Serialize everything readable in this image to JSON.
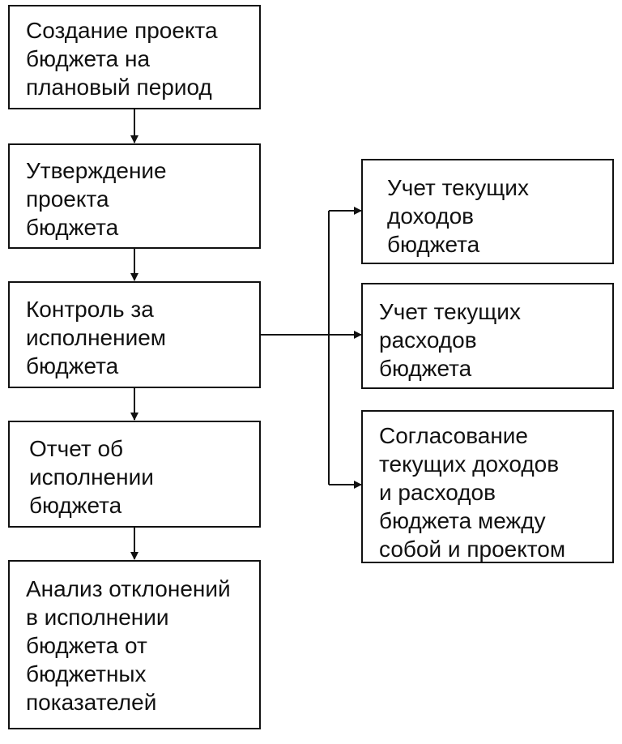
{
  "steps": [
    {
      "text": "Создание проекта\nбюджета на\nплановый период"
    },
    {
      "text": "Утверждение\nпроекта\nбюджета"
    },
    {
      "text": "Контроль за\nисполнением\nбюджета"
    },
    {
      "text": "Отчет об\nисполнении\nбюджета"
    },
    {
      "text": "Анализ отклонений\nв исполнении\nбюджета от\nбюджетных\nпоказателей"
    }
  ],
  "branches": [
    {
      "text": "Учет текущих\nдоходов\nбюджета"
    },
    {
      "text": "Учет текущих\nрасходов\nбюджета"
    },
    {
      "text": "Согласование\nтекущих доходов\nи расходов\nбюджета между\nсобой и проектом"
    }
  ],
  "colors": {
    "line": "#111111",
    "background": "#ffffff"
  }
}
